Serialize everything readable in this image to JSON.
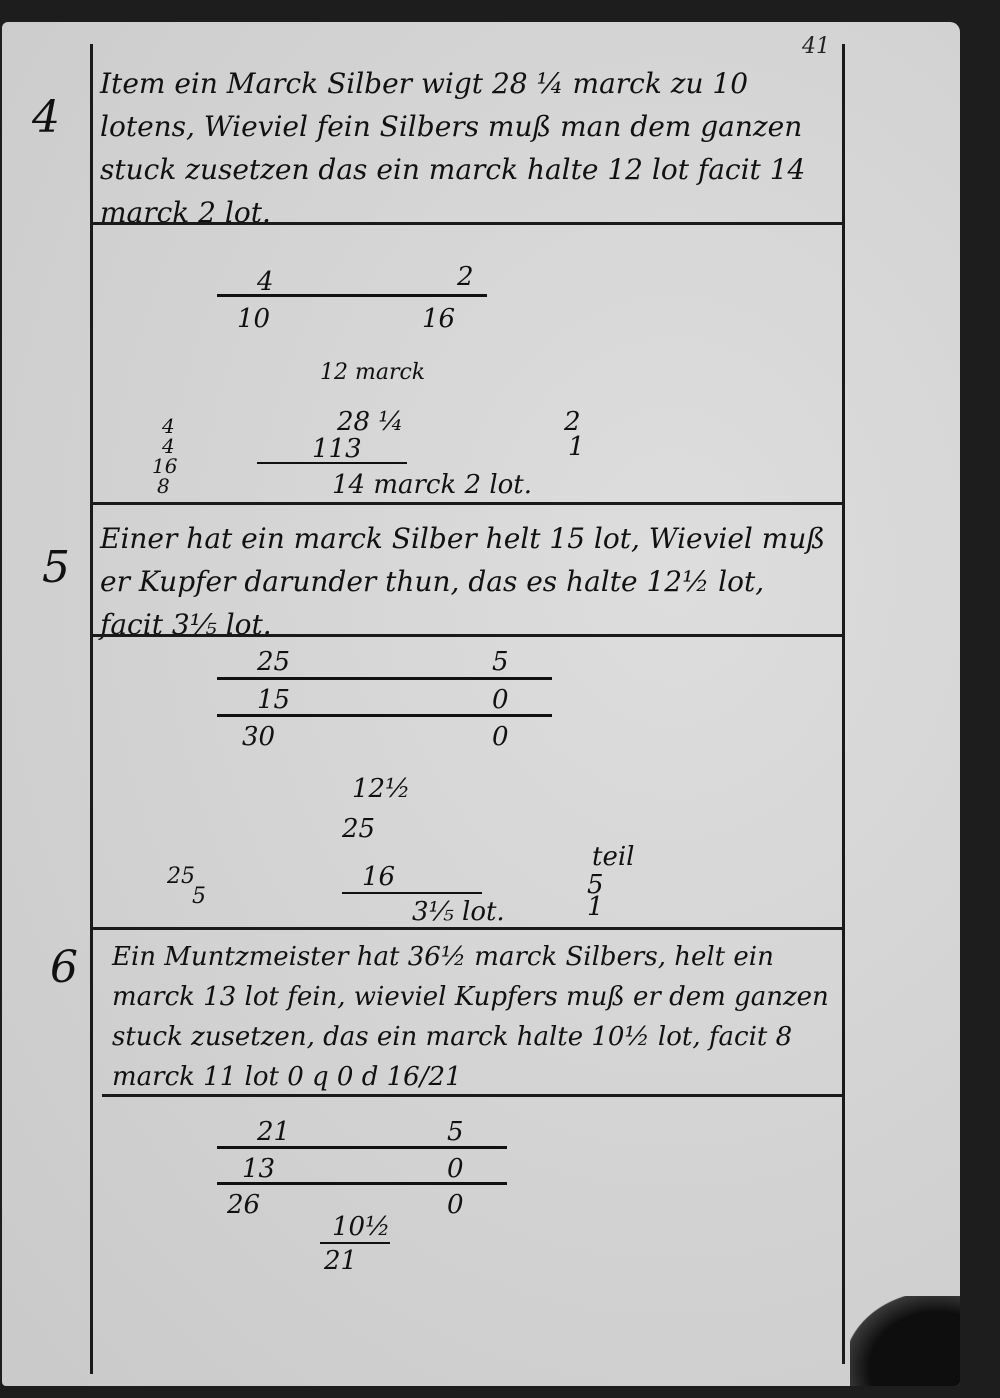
{
  "page_number": "41",
  "problems": [
    {
      "number": "4",
      "text": "Item ein Marck Silber wigt 28 ¼ marck zu 10 lotens, Wieviel fein Silbers muß man dem ganzen stuck zusetzen das ein marck halte 12 lot facit 14 marck 2 lot.",
      "work": {
        "proportion_top": [
          "4",
          "2"
        ],
        "proportion_bottom": [
          "10",
          "16"
        ],
        "left_stack": [
          "4",
          "4",
          "16",
          "8"
        ],
        "mid_stack": [
          "12 marck",
          "28 ¼",
          "113",
          "14 marck 2 lot."
        ],
        "right_stack": [
          "2",
          "1"
        ]
      }
    },
    {
      "number": "5",
      "text": "Einer hat ein marck Silber helt 15 lot, Wieviel muß er Kupfer darunder thun, das es halte 12½ lot, facit 3⅕ lot.",
      "work": {
        "table": [
          [
            "25",
            "5"
          ],
          [
            "15",
            "0"
          ],
          [
            "30",
            "0"
          ]
        ],
        "stack": [
          "12½",
          "25",
          "16",
          "3⅕ lot."
        ],
        "side": [
          "25",
          "5"
        ],
        "right": [
          "teil",
          "5",
          "1"
        ]
      }
    },
    {
      "number": "6",
      "text": "Ein Muntzmeister hat 36½ marck Silbers, helt ein marck 13 lot fein, wieviel Kupfers muß er dem ganzen stuck zusetzen, das ein marck halte 10½ lot, facit 8 marck 11 lot 0 q 0 d 16/21",
      "work": {
        "table": [
          [
            "21",
            "5"
          ],
          [
            "13",
            "0"
          ],
          [
            "26",
            "0"
          ]
        ],
        "stack": [
          "10½",
          "21"
        ]
      }
    }
  ]
}
